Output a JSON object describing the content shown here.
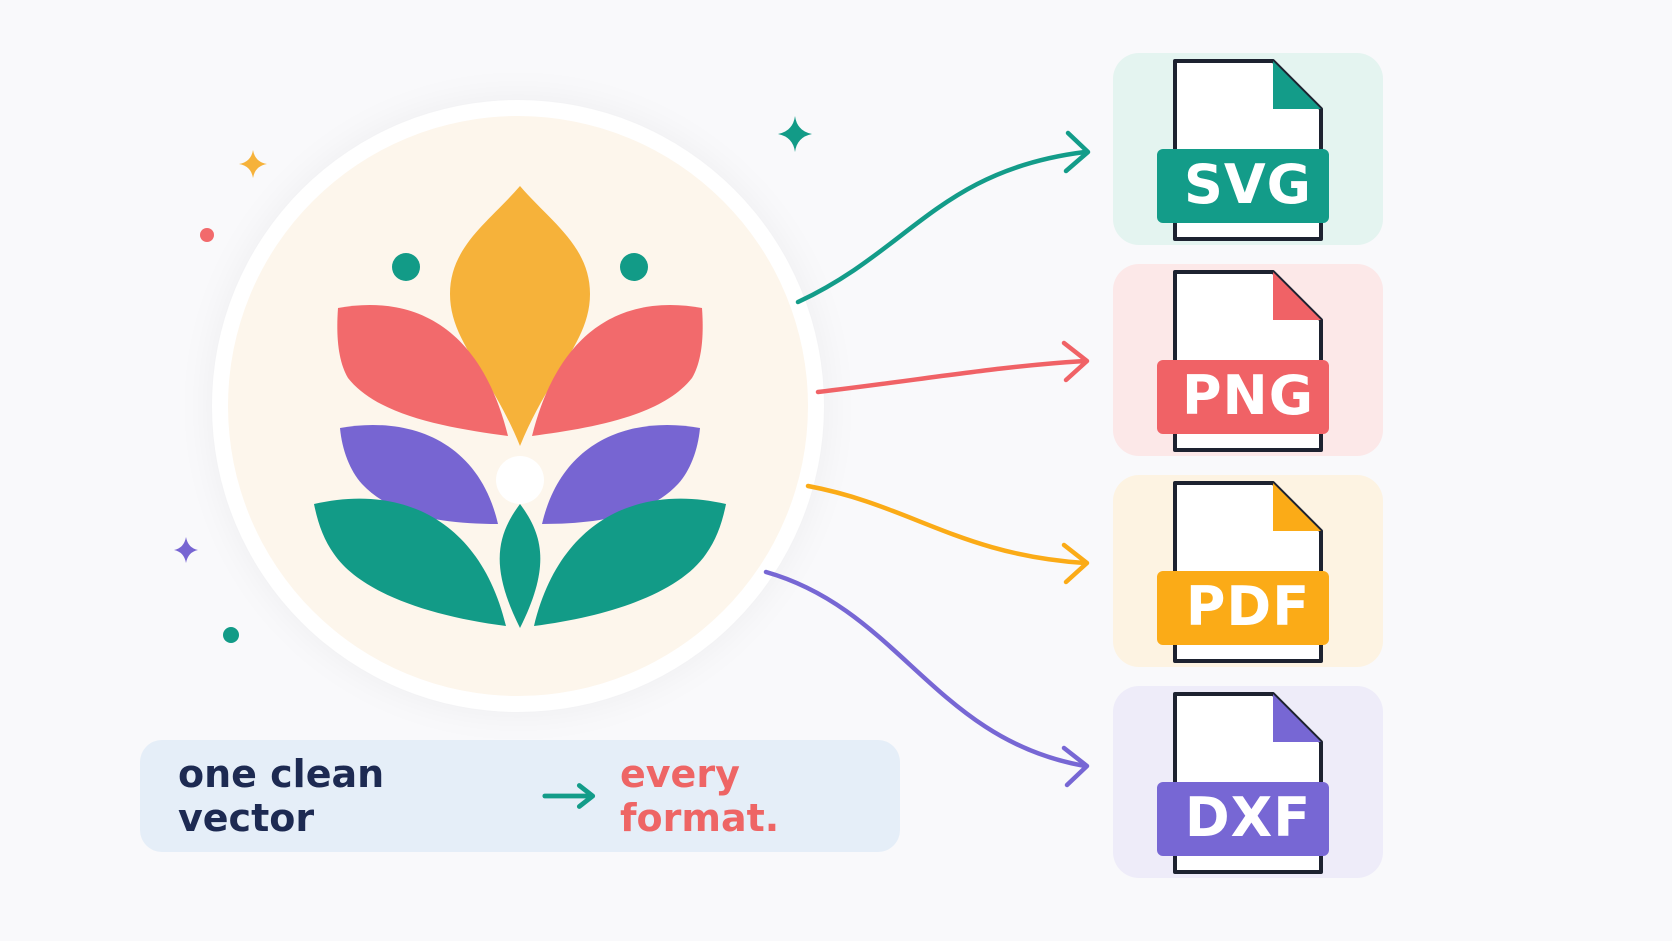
{
  "caption": {
    "left_text": "one clean vector",
    "right_text": "every format.",
    "arrow_icon": "right-arrow-icon"
  },
  "logo": {
    "name": "lotus-logo",
    "colors": {
      "disc": "#fdf6ec",
      "top_petal": "#f6b23a",
      "coral_petal": "#f26a6c",
      "purple_petal": "#7765d2",
      "teal_petal": "#129b87"
    }
  },
  "formats": [
    {
      "label": "SVG",
      "color": "#139c89",
      "card_bg": "#e4f4f0"
    },
    {
      "label": "PNG",
      "color": "#f06266",
      "card_bg": "#fce8e8"
    },
    {
      "label": "PDF",
      "color": "#fbab17",
      "card_bg": "#fdf3e2"
    },
    {
      "label": "DXF",
      "color": "#7767d4",
      "card_bg": "#eeecf9"
    }
  ],
  "colors": {
    "background": "#f9f9fb",
    "caption_bg": "#e5eef8",
    "caption_dark": "#1d2a52",
    "caption_accent": "#ee6565",
    "arrow_teal": "#139c89"
  }
}
